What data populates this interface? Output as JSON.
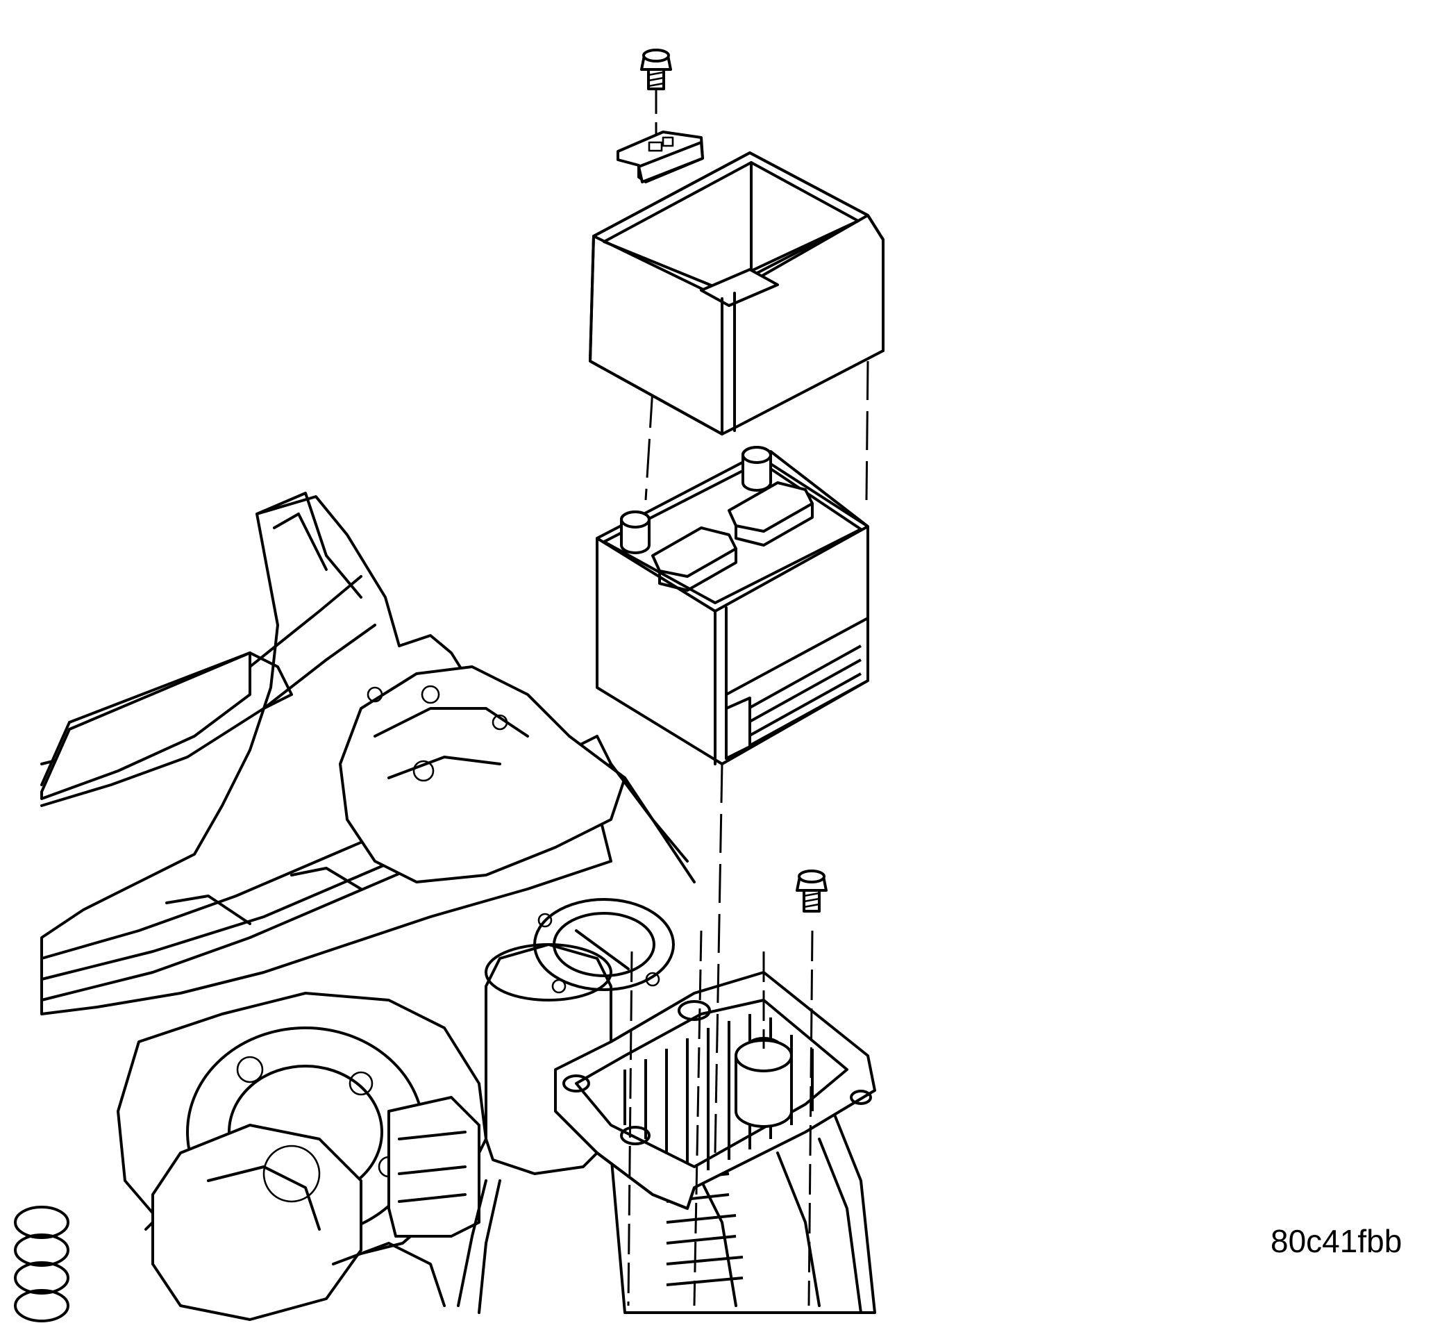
{
  "figure": {
    "code": "80c41fbb"
  },
  "parts": [
    {
      "id": "hold-down-bolt",
      "icon": "bolt-icon"
    },
    {
      "id": "hold-down-clamp",
      "icon": "clamp-icon"
    },
    {
      "id": "thermal-guard",
      "icon": "battery-shield-icon"
    },
    {
      "id": "battery",
      "icon": "battery-icon"
    },
    {
      "id": "tray-bolt",
      "icon": "bolt-icon"
    },
    {
      "id": "battery-tray",
      "icon": "tray-icon"
    },
    {
      "id": "engine-compartment",
      "icon": "vehicle-body-icon"
    }
  ]
}
